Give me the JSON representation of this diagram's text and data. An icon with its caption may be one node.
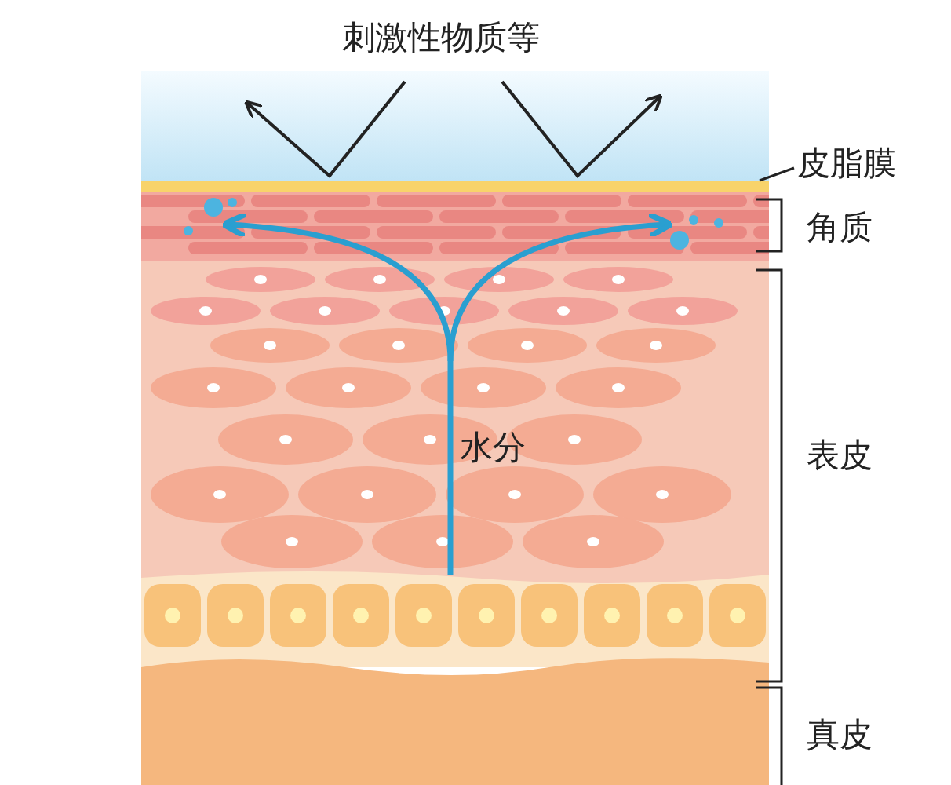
{
  "diagram": {
    "nodes": [
      {
        "text": [
          "皮脂膜"
        ]
      },
      {
        "text": [],
        "shape": "band"
      }
    ],
    "edges": [
      {
        "from": 0,
        "to": 1,
        "arrow": "none"
      }
    ],
    "labels": [
      "刺激性物质等",
      "角质",
      "表皮",
      "水分",
      "真皮"
    ]
  }
}
